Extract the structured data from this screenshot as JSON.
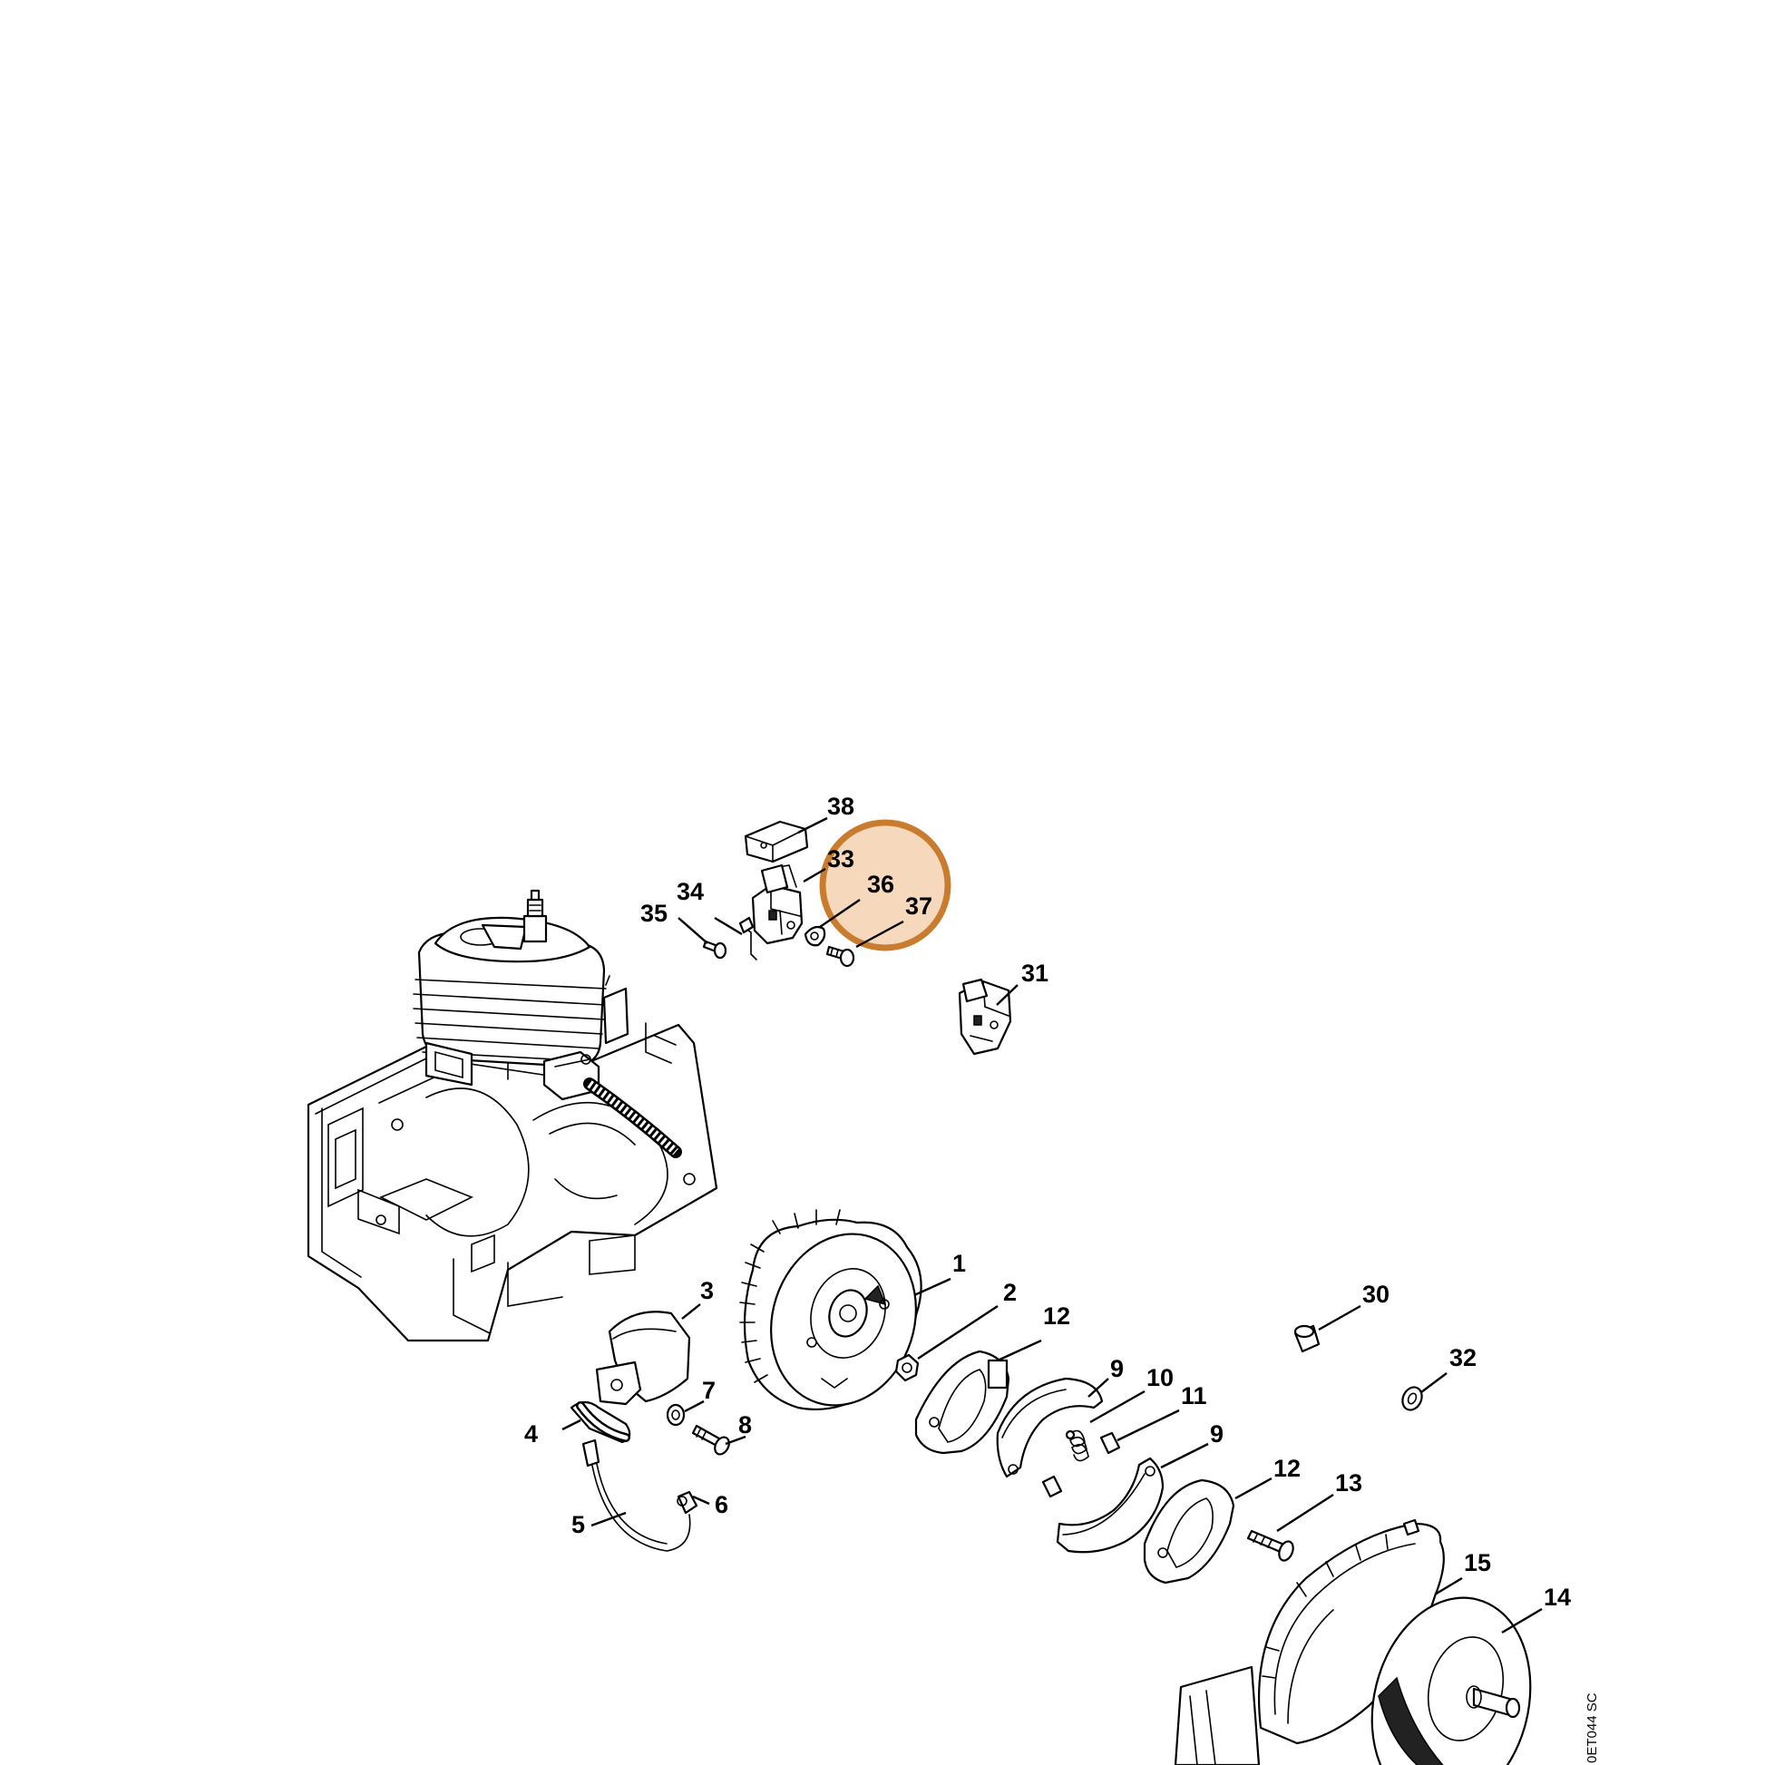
{
  "diagram": {
    "drawing_code": "0ET044 SC",
    "highlight_color": "#c97b2e",
    "highlight_fill": "#f2c9a4",
    "callouts": [
      {
        "id": "c1",
        "label": "1"
      },
      {
        "id": "c2",
        "label": "2"
      },
      {
        "id": "c3",
        "label": "3"
      },
      {
        "id": "c4",
        "label": "4"
      },
      {
        "id": "c5",
        "label": "5"
      },
      {
        "id": "c6",
        "label": "6"
      },
      {
        "id": "c7",
        "label": "7"
      },
      {
        "id": "c8",
        "label": "8"
      },
      {
        "id": "c9a",
        "label": "9"
      },
      {
        "id": "c9b",
        "label": "9"
      },
      {
        "id": "c10",
        "label": "10"
      },
      {
        "id": "c11",
        "label": "11"
      },
      {
        "id": "c12a",
        "label": "12"
      },
      {
        "id": "c12b",
        "label": "12"
      },
      {
        "id": "c13",
        "label": "13"
      },
      {
        "id": "c14",
        "label": "14"
      },
      {
        "id": "c15",
        "label": "15"
      },
      {
        "id": "c30",
        "label": "30"
      },
      {
        "id": "c31",
        "label": "31"
      },
      {
        "id": "c32",
        "label": "32"
      },
      {
        "id": "c33",
        "label": "33"
      },
      {
        "id": "c34",
        "label": "34"
      },
      {
        "id": "c35",
        "label": "35"
      },
      {
        "id": "c36",
        "label": "36"
      },
      {
        "id": "c37",
        "label": "37"
      },
      {
        "id": "c38",
        "label": "38"
      }
    ]
  }
}
